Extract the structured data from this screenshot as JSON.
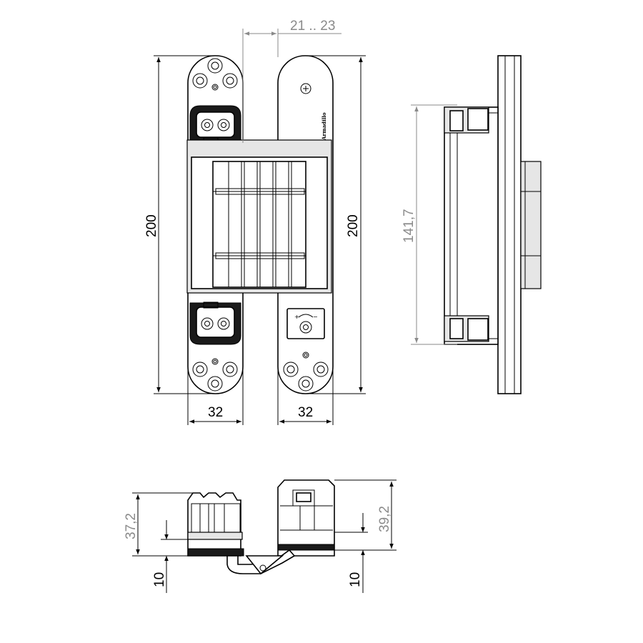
{
  "drawing": {
    "logo": "Armadillo",
    "dimensions": {
      "gap": "21 .. 23",
      "height_left": "200",
      "height_right": "200",
      "width_left": "32",
      "width_right": "32",
      "side_length": "141,7",
      "depth_left": "37,2",
      "depth_right": "39,2",
      "offset_left": "10",
      "offset_right": "10"
    }
  }
}
